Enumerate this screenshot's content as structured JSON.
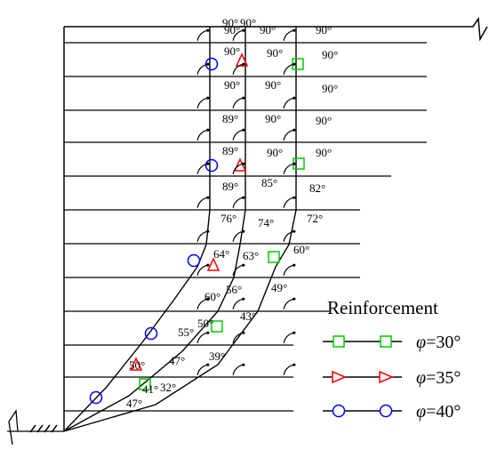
{
  "legend": {
    "title": "Reinforcement",
    "items": [
      {
        "phi_symbol": "φ",
        "text": "=30°",
        "marker": "square",
        "color": "#00cc00"
      },
      {
        "phi_symbol": "φ",
        "text": "=35°",
        "marker": "triangle",
        "color": "#ff0000"
      },
      {
        "phi_symbol": "φ",
        "text": "=40°",
        "marker": "circle",
        "color": "#0000ff"
      }
    ]
  },
  "angle_labels": {
    "phi40": [
      "47°",
      "50°",
      "55°",
      "60°",
      "64°",
      "76°",
      "89°",
      "89°",
      "89°",
      "90°",
      "90°",
      "90°",
      "90°"
    ],
    "phi35": [
      "41°",
      "47°",
      "50°",
      "56°",
      "63°",
      "74°",
      "85°",
      "90°",
      "90°",
      "90°",
      "90°",
      "90°",
      "90°"
    ],
    "phi30": [
      "32°",
      "39°",
      "43°",
      "49°",
      "60°",
      "72°",
      "82°",
      "90°",
      "90°",
      "90°",
      "90°",
      "90°"
    ]
  },
  "colors": {
    "line": "#000000",
    "phi30": "#00cc00",
    "phi35": "#ff0000",
    "phi40": "#0000ff"
  }
}
